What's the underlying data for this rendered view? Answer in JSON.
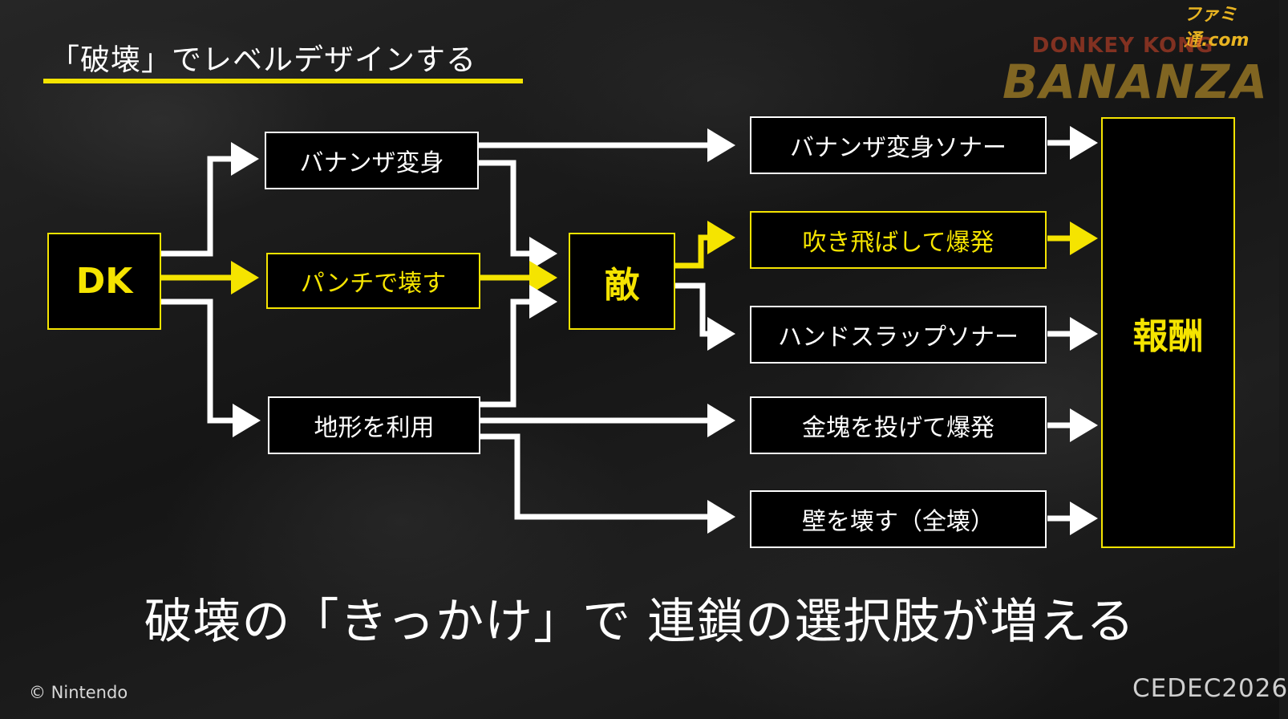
{
  "slide": {
    "title": "「破壊」でレベルデザインする",
    "subtitle": "破壊の「きっかけ」で 連鎖の選択肢が増える",
    "copyright": "© Nintendo",
    "logos": {
      "famitsu": "ファミ通.com",
      "game_line1": "DONKEY KONG",
      "game_line2": "BANANZA",
      "event": "CEDEC2026"
    },
    "colors": {
      "accent": "#f5e400",
      "box_border": "#ffffff",
      "background": "#1a1a1a"
    }
  },
  "diagram": {
    "nodes": {
      "dk": "DK",
      "bananza": "バナンザ変身",
      "punch": "パンチで壊す",
      "terrain": "地形を利用",
      "enemy": "敵",
      "sonar_bananza": "バナンザ変身ソナー",
      "blow_away": "吹き飛ばして爆発",
      "hand_slap": "ハンドスラップソナー",
      "gold_throw": "金塊を投げて爆発",
      "wall_break": "壁を壊す（全壊）",
      "reward": "報酬"
    }
  }
}
